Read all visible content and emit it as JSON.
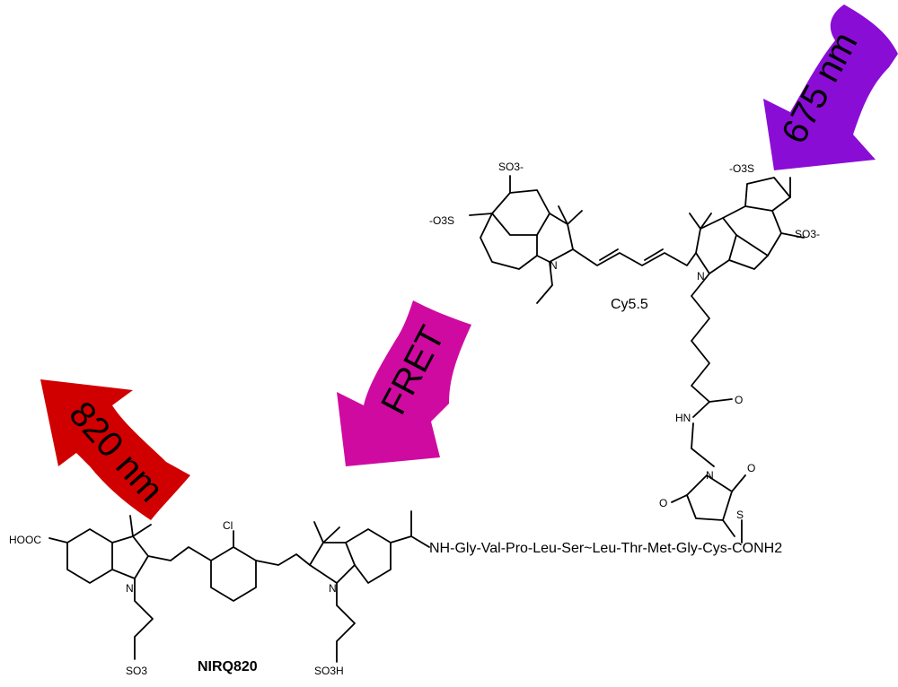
{
  "arrows": {
    "excitation": {
      "label": "675 nm",
      "color": "#8a0dd6"
    },
    "fret": {
      "label": "FRET",
      "color": "#cf0aa0"
    },
    "emission": {
      "label": "820 nm",
      "color": "#d10000"
    }
  },
  "cy55": {
    "name": "Cy5.5",
    "left_sulfonate_top": "SO3-",
    "left_sulfonate_mid": "-O3S",
    "right_sulfonate_top": "-O3S",
    "right_sulfonate_mid": "SO3-",
    "n_plus": "N",
    "n_right": "N",
    "carbonyl_o": "O",
    "amide_nh": "HN",
    "maleimide_n": "N",
    "maleimide_o_top": "O",
    "maleimide_o_left": "O",
    "thioether_s": "S"
  },
  "nirq820": {
    "name": "NIRQ820",
    "acid": "HOOC",
    "chloro": "Cl",
    "n_plus": "N",
    "n_right": "N",
    "sulfonate_left": "SO3",
    "sulfonate_right": "SO3H"
  },
  "peptide": {
    "sequence": "NH-Gly-Val-Pro-Leu-Ser~Leu-Thr-Met-Gly-Cys-CONH2"
  }
}
